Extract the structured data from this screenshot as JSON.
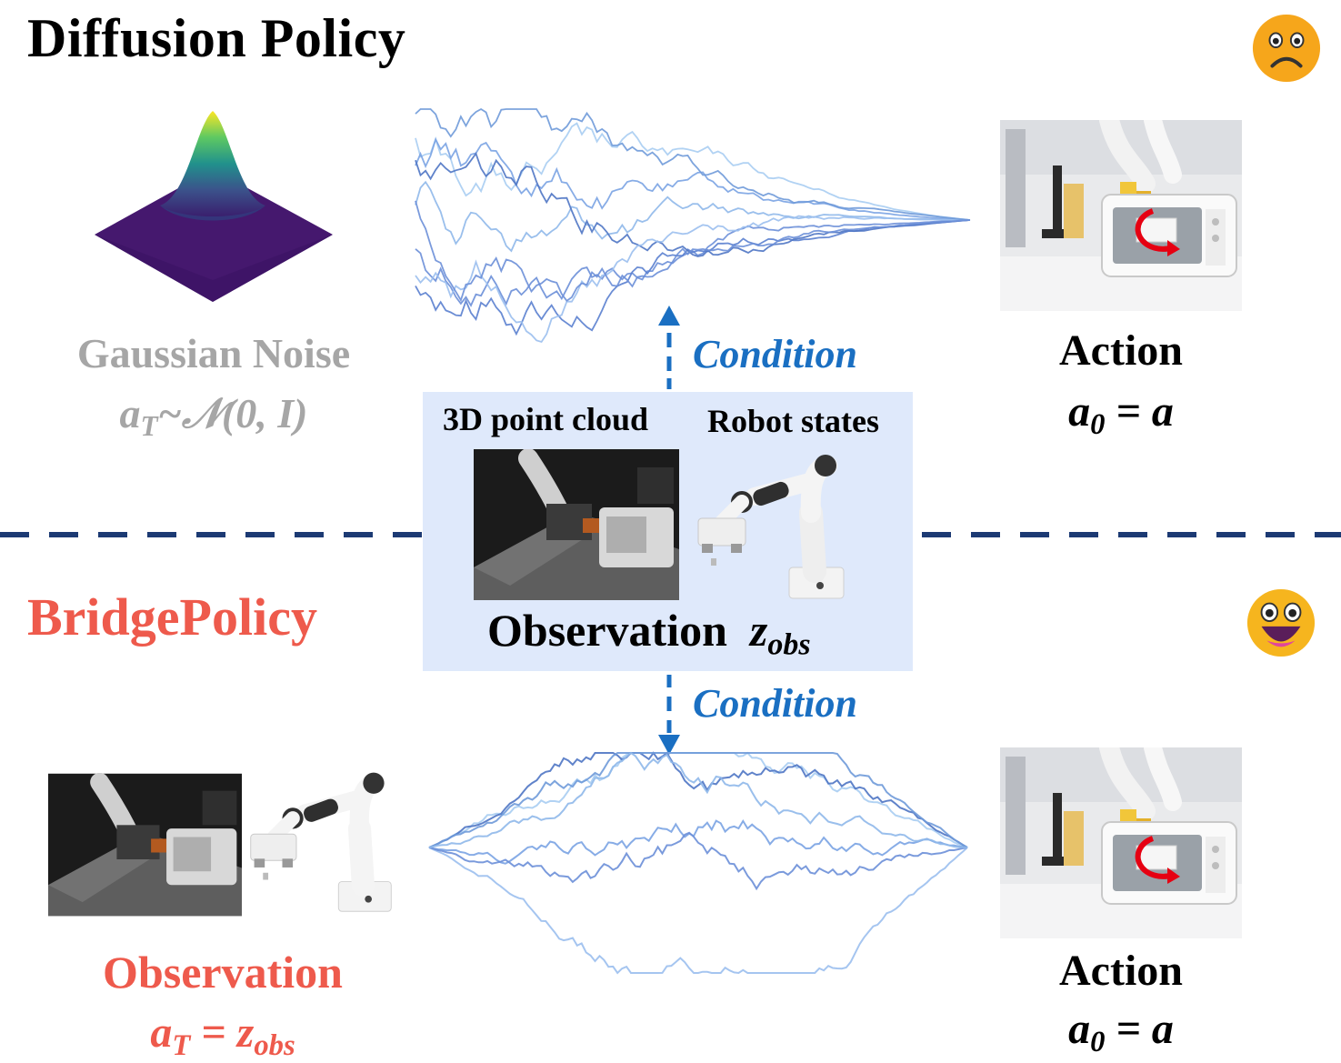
{
  "diffusion": {
    "title": "Diffusion Policy",
    "noise_label": "Gaussian  Noise",
    "noise_math": {
      "a": "a",
      "sub": "T",
      "rest": "~𝒩(0, I)"
    }
  },
  "bridge": {
    "title": "BridgePolicy",
    "obs_label": "Observation",
    "obs_math": {
      "a": "a",
      "sub": "T",
      "eq": " = ",
      "z": "z",
      "zsub": "obs"
    }
  },
  "observation": {
    "point_cloud_label": "3D point cloud",
    "robot_states_label": "Robot states",
    "label": "Observation",
    "math": {
      "z": "z",
      "sub": "obs"
    }
  },
  "condition_label": "Condition",
  "action": {
    "label": "Action",
    "math": {
      "a": "a",
      "sub": "0",
      "eq": " = ",
      "rhs": "a"
    }
  },
  "colors": {
    "bridge_red": "#ee5a4c",
    "condition_blue": "#1a6fc2",
    "obs_bg": "#dfe9fb",
    "divider": "#1c3a73",
    "noise_gray": "#a6a6a6"
  }
}
